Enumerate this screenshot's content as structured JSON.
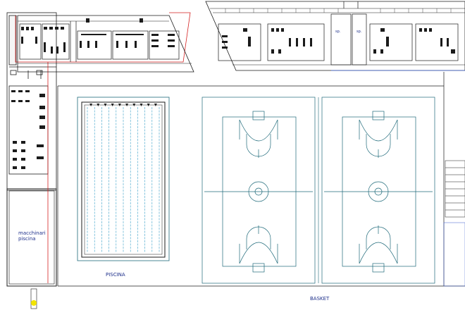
{
  "labels": {
    "pool": "PISCINA",
    "basket": "BASKET",
    "machine_room_line1": "macchinari",
    "machine_room_line2": "piscina",
    "tag_left": "sp.",
    "tag_right": "sp."
  },
  "colors": {
    "wall": "#1b1b1b",
    "court_line": "#1f6a7a",
    "pool_lane": "#3aa0c8",
    "outline_red": "#d42020",
    "outline_blue": "#3a5fd0",
    "label": "#1d2f8a",
    "marker_yellow": "#f2e400"
  }
}
